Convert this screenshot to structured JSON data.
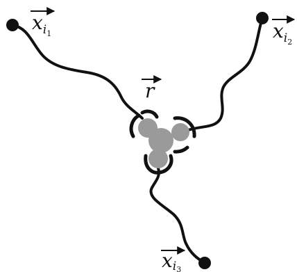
{
  "diagram": {
    "center_label": "r",
    "ends": [
      {
        "base": "x",
        "sub": "i",
        "subsub": "1"
      },
      {
        "base": "x",
        "sub": "i",
        "subsub": "2"
      },
      {
        "base": "x",
        "sub": "i",
        "subsub": "3"
      }
    ]
  },
  "colors": {
    "ink": "#111111",
    "core": "#9a9a9a",
    "background": "#ffffff"
  }
}
